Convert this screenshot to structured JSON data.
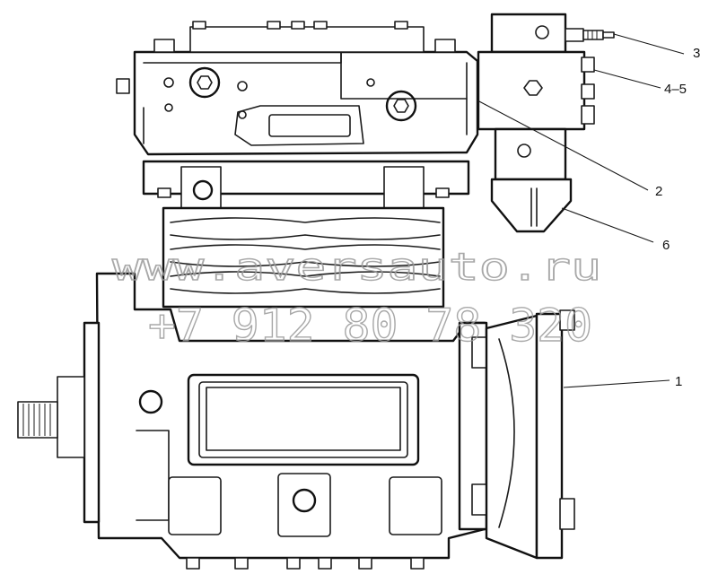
{
  "callouts": [
    {
      "id": "c3",
      "label": "3"
    },
    {
      "id": "c45",
      "label": "4–5"
    },
    {
      "id": "c2",
      "label": "2"
    },
    {
      "id": "c6",
      "label": "6"
    },
    {
      "id": "c1",
      "label": "1"
    }
  ],
  "watermark": {
    "line1": "www.aversauto.ru",
    "line2": "+7 912 80 78 320"
  }
}
